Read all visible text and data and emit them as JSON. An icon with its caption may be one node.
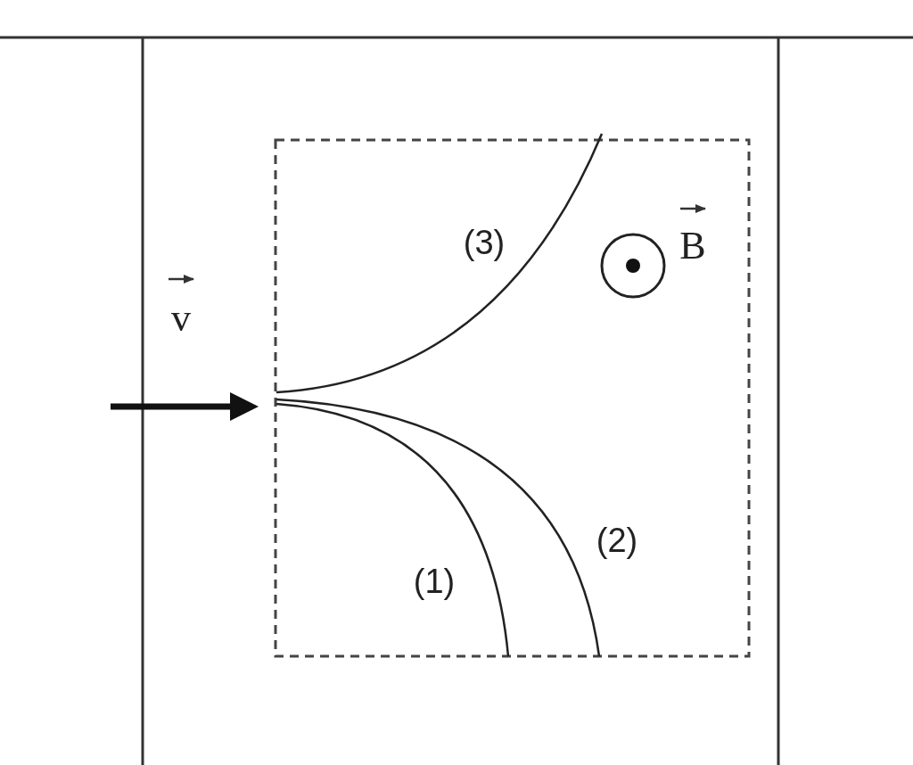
{
  "diagram": {
    "labels": [
      "v",
      "(3)",
      "B",
      "(2)",
      "(1)"
    ]
  }
}
